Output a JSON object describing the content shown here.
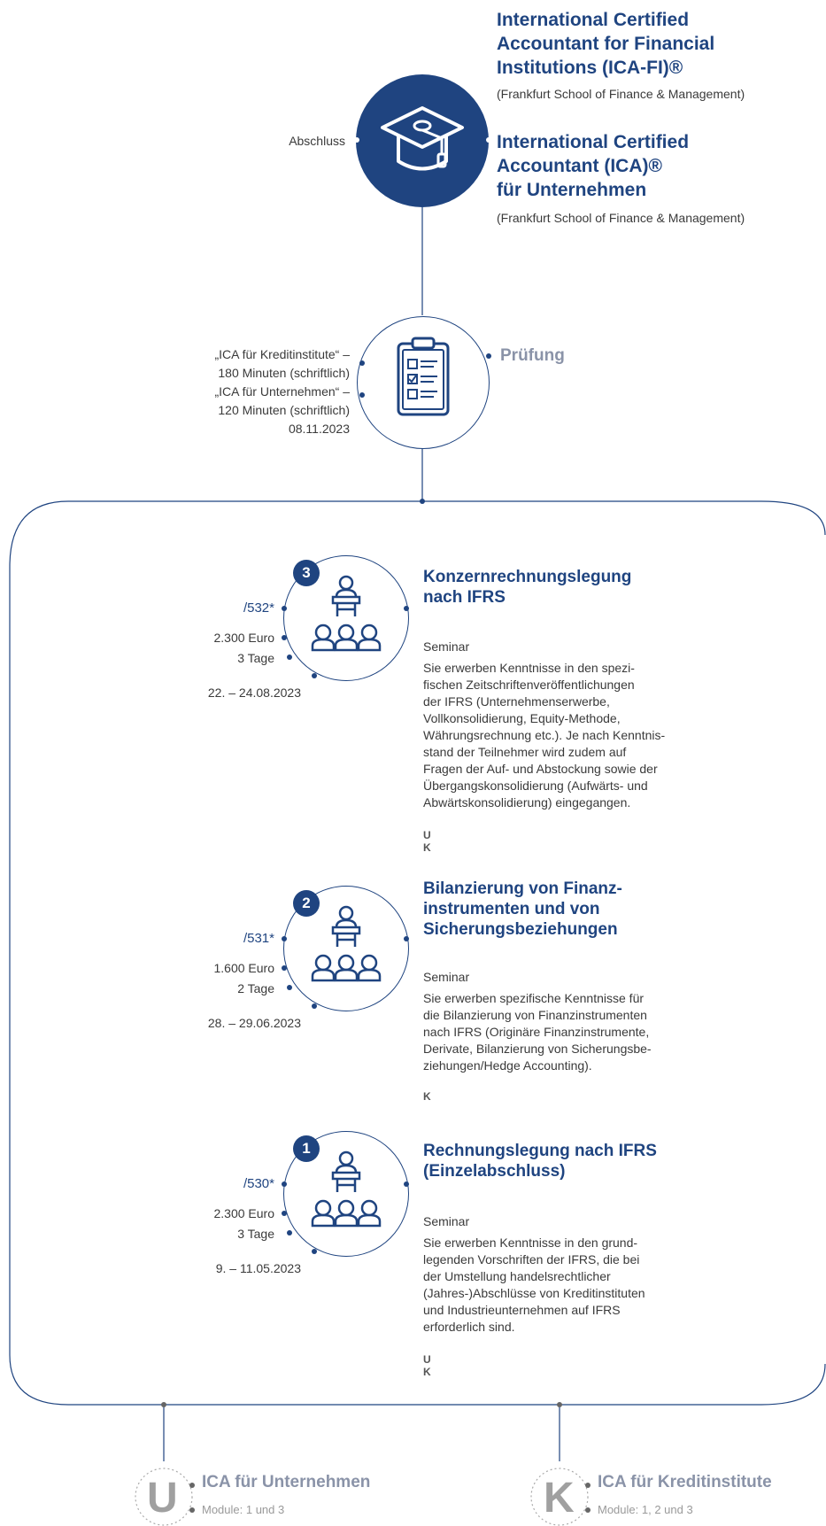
{
  "colors": {
    "primary": "#1f4480",
    "light": "#8a93a8",
    "text": "#3a3a3a",
    "gray": "#a0a0a0"
  },
  "top": {
    "label": "Abschluss",
    "icon": "graduation-cap-icon",
    "title1": "International Certified Accountant for Financial Institutions (ICA-FI)®",
    "title1_lines": [
      "International Certified",
      "Accountant for Financial",
      "Institutions (ICA-FI)®"
    ],
    "sub1": "(Frankfurt School of Finance & Management)",
    "title2_lines": [
      "International Certified",
      "Accountant (ICA)®",
      "für Unternehmen"
    ],
    "sub2": "(Frankfurt School of Finance & Management)"
  },
  "exam": {
    "icon": "clipboard-checklist-icon",
    "label": "Prüfung",
    "info": [
      "„ICA für Kreditinstitute“ –",
      "180 Minuten (schriftlich)",
      "„ICA für Unternehmen“ –",
      "120 Minuten (schriftlich)",
      "08.11.2023"
    ]
  },
  "modules": [
    {
      "number": "3",
      "code": "/532*",
      "price": "2.300 Euro",
      "duration": "3 Tage",
      "date": "22. – 24.08.2023",
      "title_lines": [
        "Konzernrechnungslegung",
        "nach IFRS"
      ],
      "type": "Seminar",
      "desc_lines": [
        "Sie erwerben Kenntnisse in den spezi-",
        "fischen Zeitschriftenveröffentlichungen",
        "der IFRS (Unternehmenserwerbe,",
        "Vollkonsolidierung, Equity-Methode,",
        "Währungsrechnung etc.). Je nach Kenntnis-",
        "stand der Teilnehmer wird zudem auf",
        "Fragen der Auf- und Abstockung sowie der",
        "Übergangskonsolidierung (Aufwärts- und",
        "Abwärtskonsolidierung) eingegangen."
      ],
      "tags": "U K"
    },
    {
      "number": "2",
      "code": "/531*",
      "price": "1.600 Euro",
      "duration": "2 Tage",
      "date": "28. – 29.06.2023",
      "title_lines": [
        "Bilanzierung von Finanz-",
        "instrumenten und von",
        "Sicherungsbeziehungen"
      ],
      "type": "Seminar",
      "desc_lines": [
        "Sie erwerben spezifische Kenntnisse für",
        "die Bilanzierung von Finanzinstrumenten",
        "nach IFRS (Originäre Finanzinstrumente,",
        "Derivate, Bilanzierung von Sicherungsbe-",
        "ziehungen/Hedge Accounting)."
      ],
      "tags": "K"
    },
    {
      "number": "1",
      "code": "/530*",
      "price": "2.300 Euro",
      "duration": "3 Tage",
      "date": "9. – 11.05.2023",
      "title_lines": [
        "Rechnungslegung nach IFRS",
        "(Einzelabschluss)"
      ],
      "type": "Seminar",
      "desc_lines": [
        "Sie erwerben Kenntnisse in den grund-",
        "legenden Vorschriften der IFRS, die bei",
        "der Umstellung handelsrechtlicher",
        "(Jahres-)Abschlüsse von Kreditinstituten",
        "und Industrieunternehmen auf IFRS",
        "erforderlich sind."
      ],
      "tags": "U K"
    }
  ],
  "legend": [
    {
      "letter": "U",
      "title": "ICA für Unternehmen",
      "sub": "Module: 1 und 3"
    },
    {
      "letter": "K",
      "title": "ICA für Kreditinstitute",
      "sub": "Module: 1, 2 und 3"
    }
  ]
}
